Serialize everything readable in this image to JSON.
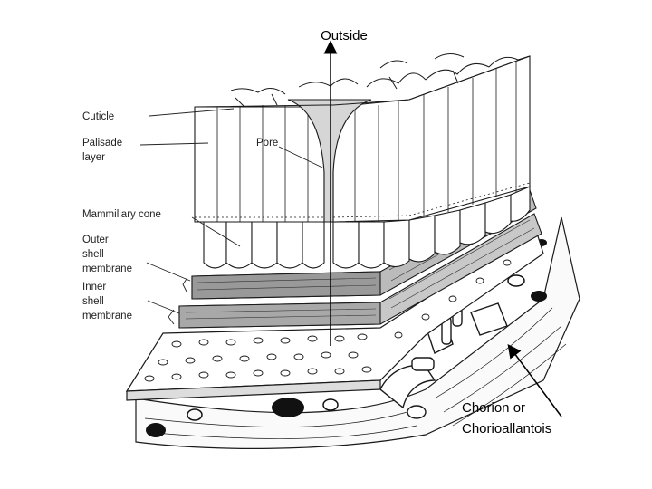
{
  "labels": {
    "outside": "Outside",
    "cuticle": "Cuticle",
    "palisade_1": "Palisade",
    "palisade_2": "layer",
    "pore": "Pore",
    "mammillary": "Mammillary cone",
    "outer_1": "Outer",
    "outer_2": "shell",
    "outer_3": "membrane",
    "inner_1": "Inner",
    "inner_2": "shell",
    "inner_3": "membrane",
    "chorion_1": "Chorion or",
    "chorion_2": "Chorioallantois"
  },
  "colors": {
    "ink": "#1a1a1a",
    "background": "#ffffff"
  }
}
